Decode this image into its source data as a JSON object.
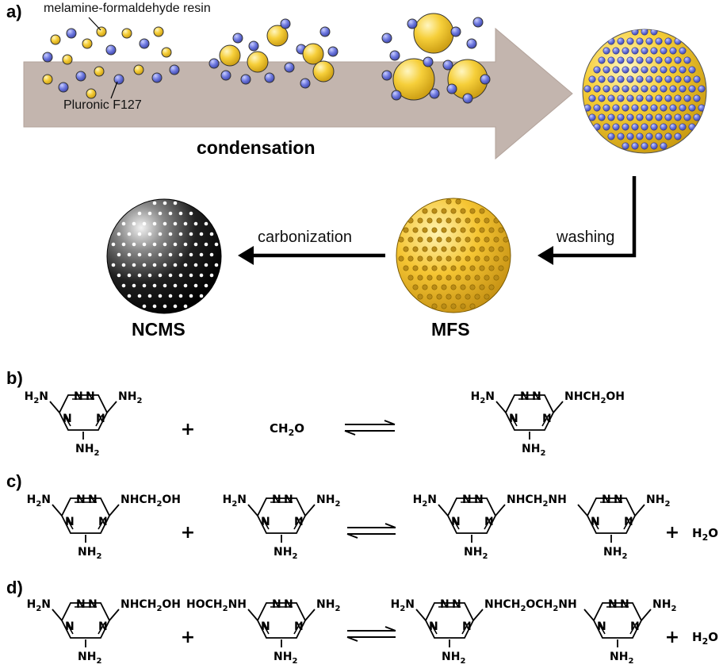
{
  "panels": {
    "a": "a)",
    "b": "b)",
    "c": "c)",
    "d": "d)"
  },
  "labels": {
    "resin": "melamine-formaldehyde resin",
    "pluronic": "Pluronic F127",
    "condensation": "condensation",
    "washing": "washing",
    "carbonization": "carbonization",
    "mfs": "MFS",
    "ncms": "NCMS"
  },
  "chem": {
    "nh2": "NH",
    "h2n": "H",
    "n": "N",
    "sub2": "2",
    "nhch2oh_a": "NHCH",
    "oh": "OH",
    "ch2o_a": "CH",
    "ch2o_b": "O",
    "hoch2nh_a": "HOCH",
    "nh_end": "NH",
    "nhch2nh_a": "NHCH",
    "nhch2och2nh_a": "NHCH",
    "och2nh_mid": "OCH",
    "h2o_a": "H",
    "h2o_b": "O",
    "plus": "+"
  },
  "colors": {
    "arrow_band": "#c3b5ae",
    "yellow": "#f4c62b",
    "blue": "#5f6bd6",
    "black": "#000000"
  }
}
